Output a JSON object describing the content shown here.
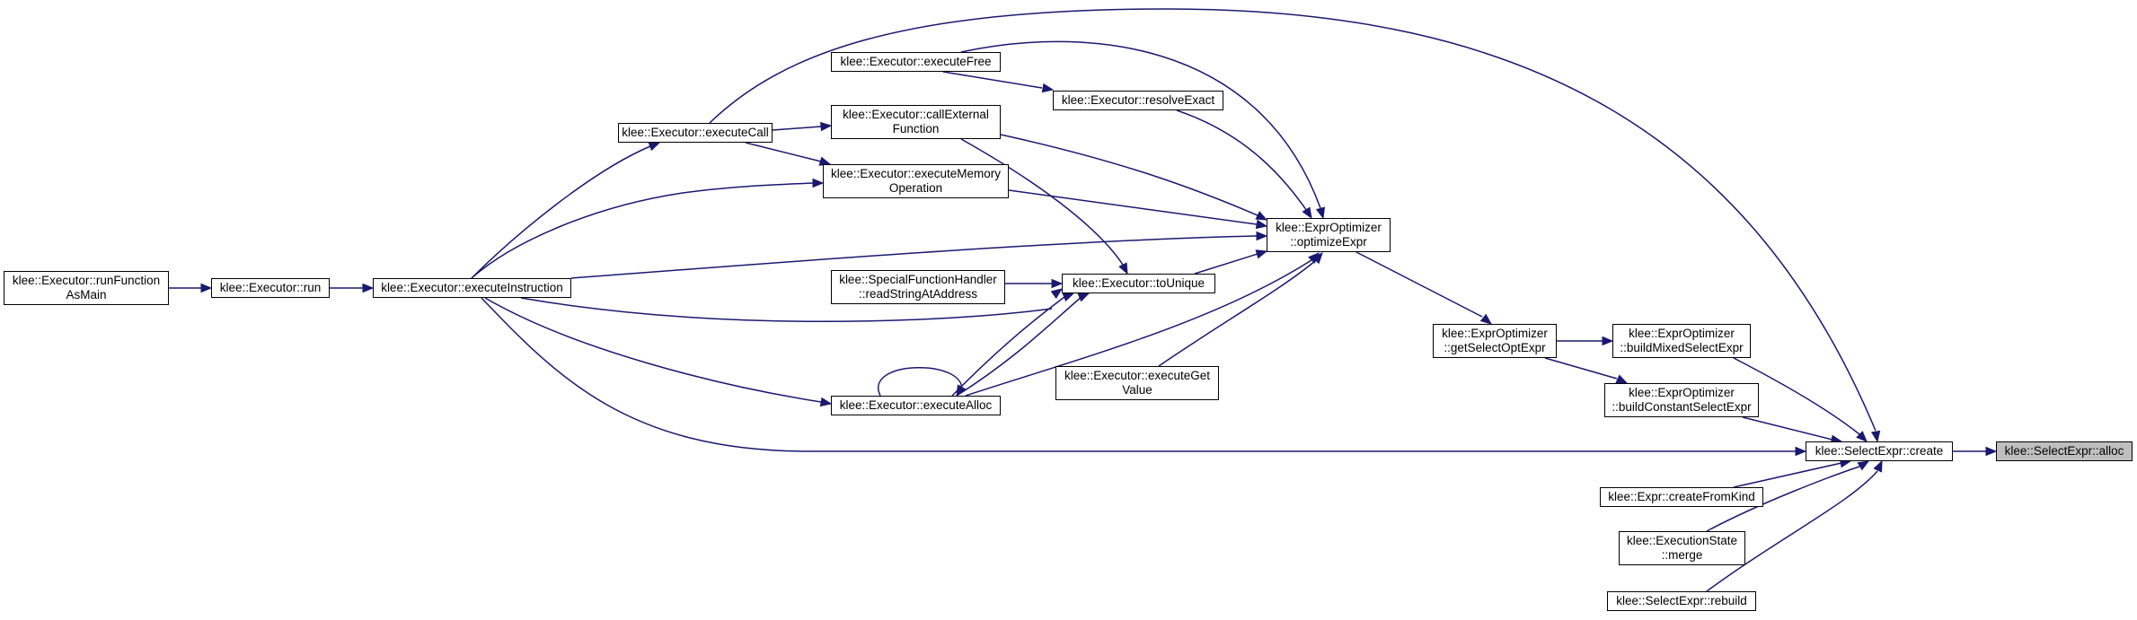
{
  "colors": {
    "edge": "#191970",
    "node_border": "#000000",
    "focus_fill": "#bfbfbf",
    "node_fill": "#ffffff"
  },
  "nodes": {
    "run_function_as_main": {
      "lines": [
        "klee::Executor::runFunction",
        "AsMain"
      ]
    },
    "run": {
      "lines": [
        "klee::Executor::run"
      ]
    },
    "execute_instruction": {
      "lines": [
        "klee::Executor::executeInstruction"
      ]
    },
    "execute_call": {
      "lines": [
        "klee::Executor::executeCall"
      ]
    },
    "execute_free": {
      "lines": [
        "klee::Executor::executeFree"
      ]
    },
    "call_external_function": {
      "lines": [
        "klee::Executor::callExternal",
        "Function"
      ]
    },
    "execute_memory_operation": {
      "lines": [
        "klee::Executor::executeMemory",
        "Operation"
      ]
    },
    "read_string_at_address": {
      "lines": [
        "klee::SpecialFunctionHandler",
        "::readStringAtAddress"
      ]
    },
    "execute_alloc": {
      "lines": [
        "klee::Executor::executeAlloc"
      ]
    },
    "resolve_exact": {
      "lines": [
        "klee::Executor::resolveExact"
      ]
    },
    "to_unique": {
      "lines": [
        "klee::Executor::toUnique"
      ]
    },
    "execute_get_value": {
      "lines": [
        "klee::Executor::executeGet",
        "Value"
      ]
    },
    "optimize_expr": {
      "lines": [
        "klee::ExprOptimizer",
        "::optimizeExpr"
      ]
    },
    "get_select_opt_expr": {
      "lines": [
        "klee::ExprOptimizer",
        "::getSelectOptExpr"
      ]
    },
    "build_mixed_select_expr": {
      "lines": [
        "klee::ExprOptimizer",
        "::buildMixedSelectExpr"
      ]
    },
    "build_constant_select_expr": {
      "lines": [
        "klee::ExprOptimizer",
        "::buildConstantSelectExpr"
      ]
    },
    "create_from_kind": {
      "lines": [
        "klee::Expr::createFromKind"
      ]
    },
    "execution_state_merge": {
      "lines": [
        "klee::ExecutionState",
        "::merge"
      ]
    },
    "rebuild": {
      "lines": [
        "klee::SelectExpr::rebuild"
      ]
    },
    "create": {
      "lines": [
        "klee::SelectExpr::create"
      ]
    },
    "alloc": {
      "lines": [
        "klee::SelectExpr::alloc"
      ]
    }
  }
}
